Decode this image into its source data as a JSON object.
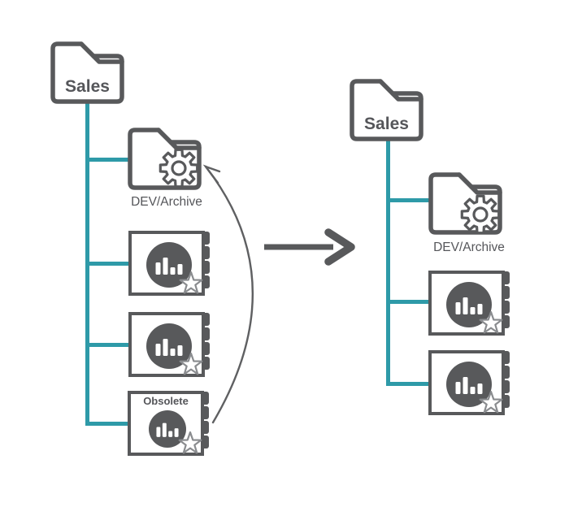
{
  "colors": {
    "outline": "#58595B",
    "connector": "#2E9AA8",
    "text": "#55565A",
    "star": "#8A8C8F"
  },
  "before": {
    "root_folder": "Sales",
    "archive_folder": "DEV/Archive",
    "obsolete_tile_label": "Obsolete"
  },
  "after": {
    "root_folder": "Sales",
    "archive_folder": "DEV/Archive"
  }
}
